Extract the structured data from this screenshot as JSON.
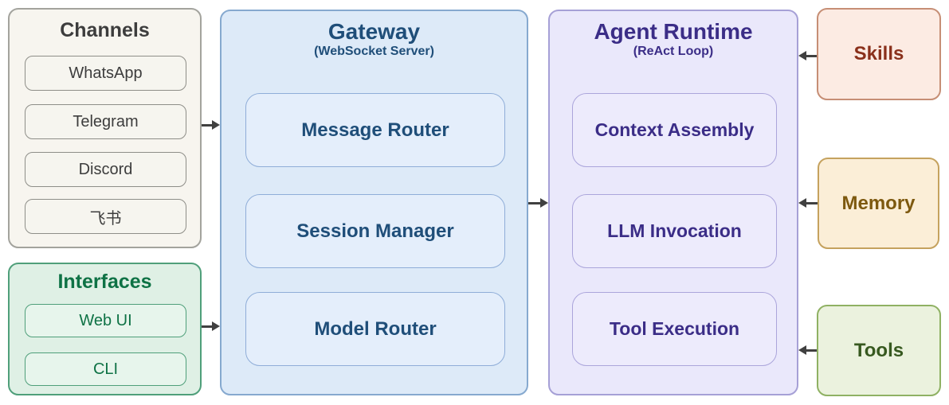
{
  "groups": {
    "channels": {
      "title": "Channels",
      "items": [
        "WhatsApp",
        "Telegram",
        "Discord",
        "飞书"
      ]
    },
    "interfaces": {
      "title": "Interfaces",
      "items": [
        "Web UI",
        "CLI"
      ]
    },
    "gateway": {
      "title": "Gateway",
      "subtitle": "(WebSocket Server)",
      "items": [
        "Message Router",
        "Session Manager",
        "Model Router"
      ]
    },
    "agent_runtime": {
      "title": "Agent Runtime",
      "subtitle": "(ReAct Loop)",
      "items": [
        "Context Assembly",
        "LLM Invocation",
        "Tool Execution"
      ]
    },
    "skills": {
      "title": "Skills"
    },
    "memory": {
      "title": "Memory"
    },
    "tools": {
      "title": "Tools"
    }
  },
  "connections": [
    {
      "from": "channels",
      "to": "gateway",
      "direction": "right"
    },
    {
      "from": "interfaces",
      "to": "gateway",
      "direction": "right"
    },
    {
      "from": "gateway",
      "to": "agent_runtime",
      "direction": "right"
    },
    {
      "from": "skills",
      "to": "agent_runtime",
      "direction": "left"
    },
    {
      "from": "memory",
      "to": "agent_runtime",
      "direction": "left"
    },
    {
      "from": "tools",
      "to": "agent_runtime",
      "direction": "left"
    }
  ],
  "colors": {
    "background": "#ffffff",
    "arrow": "#404040",
    "channels_bg": "#f7f5ef",
    "channels_border": "#a3a39d",
    "channels_text": "#3d3d3d",
    "interfaces_bg": "#dff0e5",
    "interfaces_border": "#4f9f7a",
    "interfaces_text": "#0e7245",
    "gateway_bg": "#ddeaf8",
    "gateway_border": "#86a9cf",
    "gateway_text": "#1f4e79",
    "runtime_bg": "#eae8fb",
    "runtime_border": "#a6a0d6",
    "runtime_text": "#3b2d87",
    "skills_bg": "#fcebe3",
    "skills_border": "#c68e75",
    "skills_text": "#8a301b",
    "memory_bg": "#fbeed7",
    "memory_border": "#c5a25e",
    "memory_text": "#7d590f",
    "tools_bg": "#ebf2de",
    "tools_border": "#8fb163",
    "tools_text": "#37591f"
  }
}
